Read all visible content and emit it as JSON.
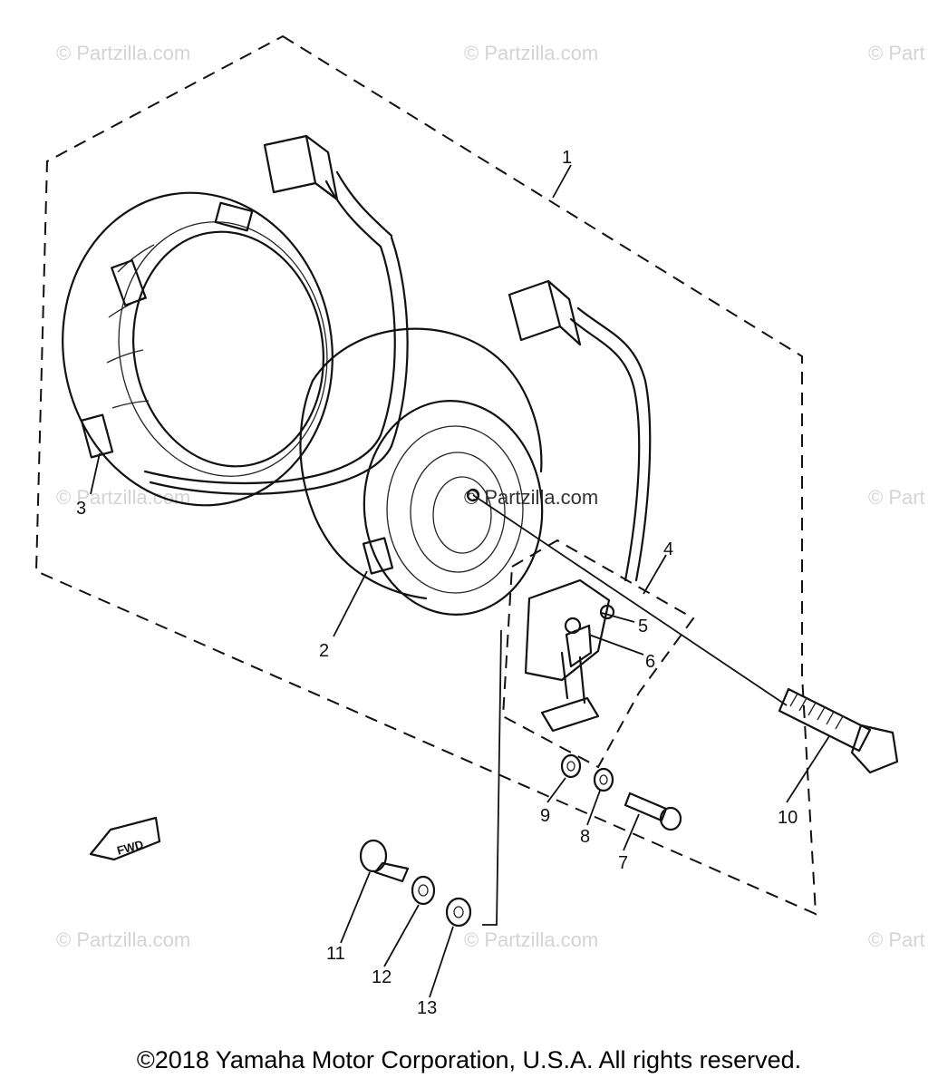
{
  "watermarks": [
    "© Partzilla.com",
    "© Partzilla.com",
    "© Part",
    "© Partzilla.com",
    "© Partzilla.com",
    "© Part",
    "© Partzilla.com",
    "© Partzilla.com",
    "© Part"
  ],
  "callouts": [
    "1",
    "2",
    "3",
    "4",
    "5",
    "6",
    "7",
    "8",
    "9",
    "10",
    "11",
    "12",
    "13"
  ],
  "fwd_label": "FWD",
  "copyright": "©2018  Yamaha Motor Corporation, U.S.A. All rights reserved."
}
